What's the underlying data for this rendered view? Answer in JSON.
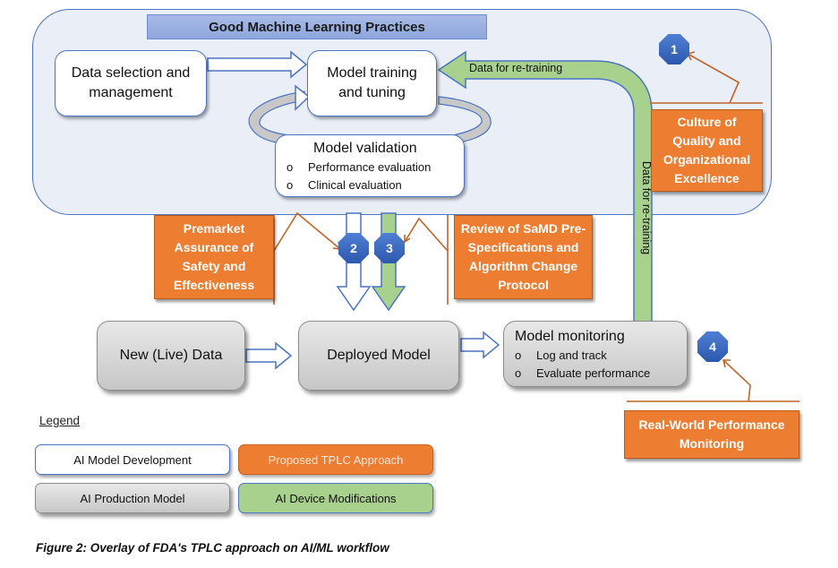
{
  "diagram": {
    "gmlp_banner": "Good Machine Learning Practices",
    "development": {
      "data_selection": "Data selection and management",
      "model_training": "Model training and tuning",
      "model_validation": {
        "title": "Model validation",
        "bullets": [
          "Performance evaluation",
          "Clinical evaluation"
        ]
      }
    },
    "retraining_arrow": {
      "horizontal_label": "Data for re-training",
      "vertical_label": "Data for re-training"
    },
    "production": {
      "new_data": "New (Live) Data",
      "deployed_model": "Deployed Model",
      "model_monitoring": {
        "title": "Model monitoring",
        "bullets": [
          "Log and track",
          "Evaluate performance"
        ]
      }
    },
    "tplc": [
      {
        "number": "1",
        "label": "Culture of Quality and Organizational Excellence"
      },
      {
        "number": "2",
        "label": "Premarket Assurance of Safety and Effectiveness"
      },
      {
        "number": "3",
        "label": "Review of SaMD Pre-Specifications and Algorithm Change Protocol"
      },
      {
        "number": "4",
        "label": "Real-World Performance Monitoring"
      }
    ],
    "bullet_glyph": "o"
  },
  "legend": {
    "title": "Legend",
    "items": [
      {
        "label": "AI Model Development",
        "color": "#ffffff"
      },
      {
        "label": "Proposed TPLC Approach",
        "color": "#ed7d31"
      },
      {
        "label": "AI Production Model",
        "color": "#d0d0d0"
      },
      {
        "label": "AI Device Modifications",
        "color": "#a9d18e"
      }
    ]
  },
  "caption": "Figure 2: Overlay of FDA's TPLC approach on AI/ML workflow",
  "colors": {
    "accent_blue": "#4a74c4",
    "tplc_orange": "#ed7d31",
    "modification_green": "#a9d18e",
    "callout_line": "#c0642a"
  }
}
